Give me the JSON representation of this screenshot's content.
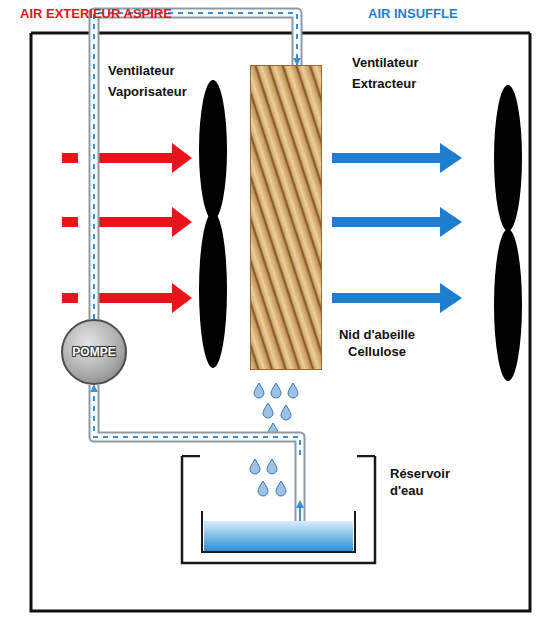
{
  "diagram": {
    "nodes": [
      {
        "text": [
          "Nid d'abeille Cellulose"
        ]
      },
      {
        "text": [
          "POMPE"
        ]
      },
      {
        "text": [
          "Réservoir d'eau"
        ]
      }
    ],
    "edges": [
      {
        "from": 2,
        "to": 1,
        "arrow": "to"
      },
      {
        "from": 1,
        "to": 0,
        "arrow": "to"
      }
    ],
    "labels": [
      "AIR EXTERIEUR ASPIRE",
      "AIR INSUFFLE",
      "Ventilateur Vaporisateur",
      "Ventilateur Extracteur"
    ]
  }
}
